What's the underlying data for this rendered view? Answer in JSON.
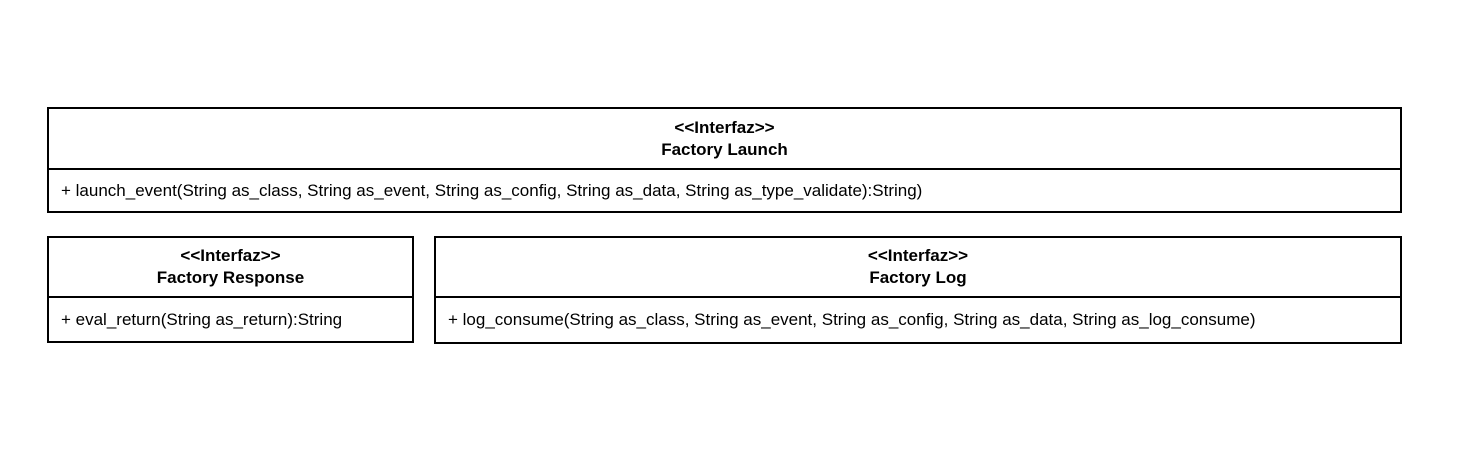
{
  "diagram": {
    "type": "uml-interface-diagram",
    "colors": {
      "background": "#ffffff",
      "border": "#000000",
      "text": "#000000"
    },
    "interfaces": [
      {
        "stereotype": "<<Interfaz>>",
        "name": "Factory Launch",
        "methods": [
          "+ launch_event(String as_class, String as_event, String as_config, String as_data, String as_type_validate):String)"
        ]
      },
      {
        "stereotype": "<<Interfaz>>",
        "name": "Factory Response",
        "methods": [
          "+ eval_return(String as_return):String"
        ]
      },
      {
        "stereotype": "<<Interfaz>>",
        "name": "Factory Log",
        "methods": [
          "+ log_consume(String as_class, String as_event, String as_config, String as_data, String as_log_consume)"
        ]
      }
    ]
  }
}
